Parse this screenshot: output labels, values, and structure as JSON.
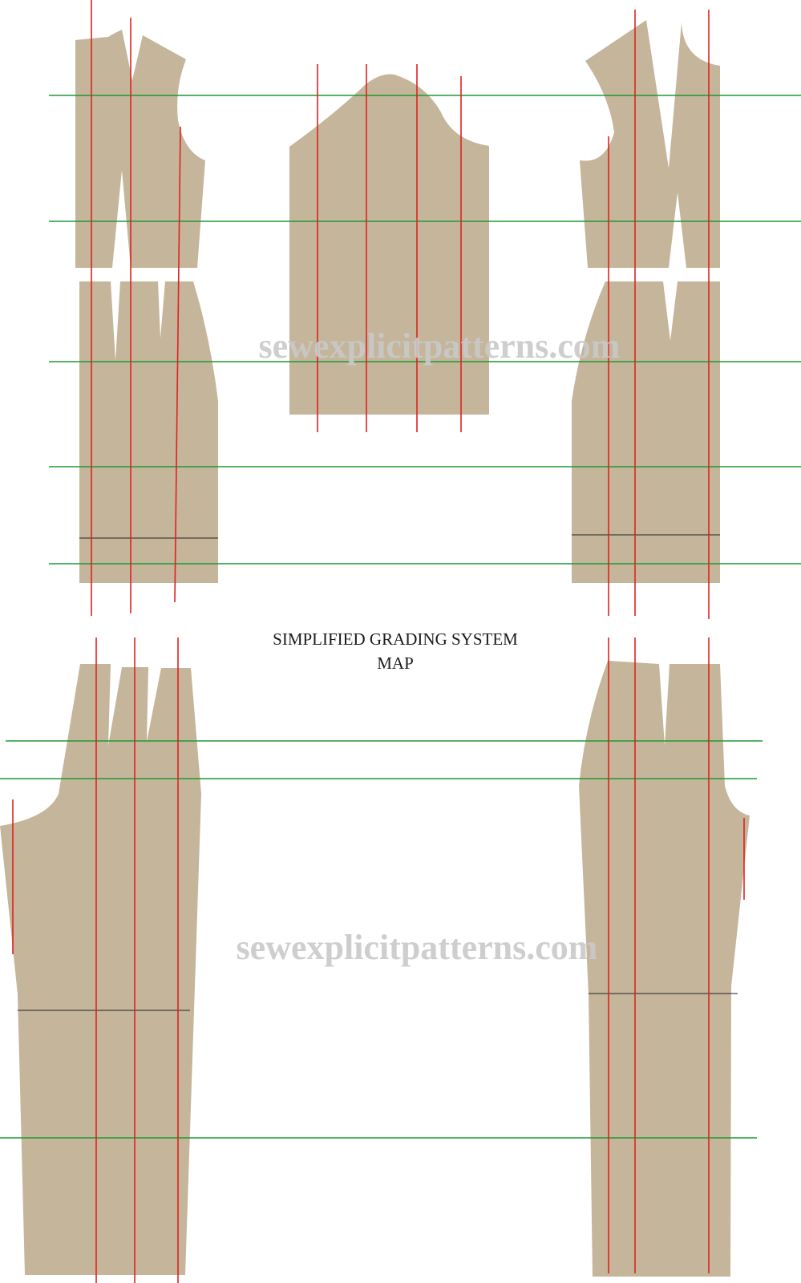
{
  "title": {
    "line1": "SIMPLIFIED GRADING SYSTEM",
    "line2": "MAP"
  },
  "watermarks": [
    "sewexplicitpatterns.com",
    "sewexplicitpatterns.com"
  ],
  "colors": {
    "pattern_piece": "#C4B59B",
    "horizontal_grade_line": "#1E9A34",
    "vertical_grade_line": "#E0221E",
    "reference_line": "#222222",
    "background": "#FFFFFF",
    "watermark": "#C9C9C9",
    "title_text": "#1A1A1A"
  }
}
